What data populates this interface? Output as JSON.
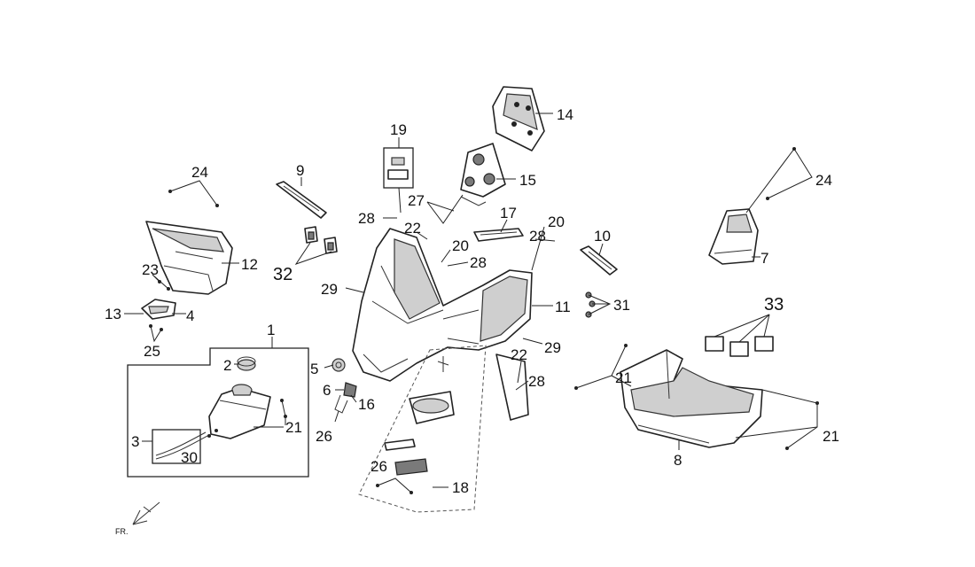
{
  "callouts": {
    "c1": "1",
    "c2": "2",
    "c3": "3",
    "c4": "4",
    "c5": "5",
    "c6": "6",
    "c7": "7",
    "c8": "8",
    "c9": "9",
    "c10": "10",
    "c11": "11",
    "c12": "12",
    "c13": "13",
    "c14": "14",
    "c15": "15",
    "c16": "16",
    "c17": "17",
    "c18": "18",
    "c19": "19",
    "c20a": "20",
    "c20b": "20",
    "c21a": "21",
    "c21b": "21",
    "c21c": "21",
    "c22a": "22",
    "c22b": "22",
    "c23": "23",
    "c24a": "24",
    "c24b": "24",
    "c25": "25",
    "c26a": "26",
    "c26b": "26",
    "c27": "27",
    "c28a": "28",
    "c28b": "28",
    "c28c": "28",
    "c28d": "28",
    "c29a": "29",
    "c29b": "29",
    "c30": "30",
    "c31": "31",
    "c32": "32",
    "c33": "33"
  },
  "direction_label": "FR."
}
